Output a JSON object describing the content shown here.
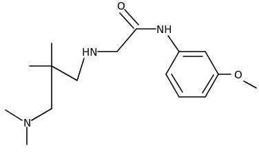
{
  "molecule": {
    "atoms": {
      "oxygen_carbonyl": "O",
      "nitrogen_amide": "NH",
      "nitrogen_amine": "HN",
      "nitrogen_dimethylamino": "N",
      "oxygen_methoxy": "O"
    }
  },
  "colors": {
    "bond": "#000000",
    "background": "#ffffff"
  }
}
